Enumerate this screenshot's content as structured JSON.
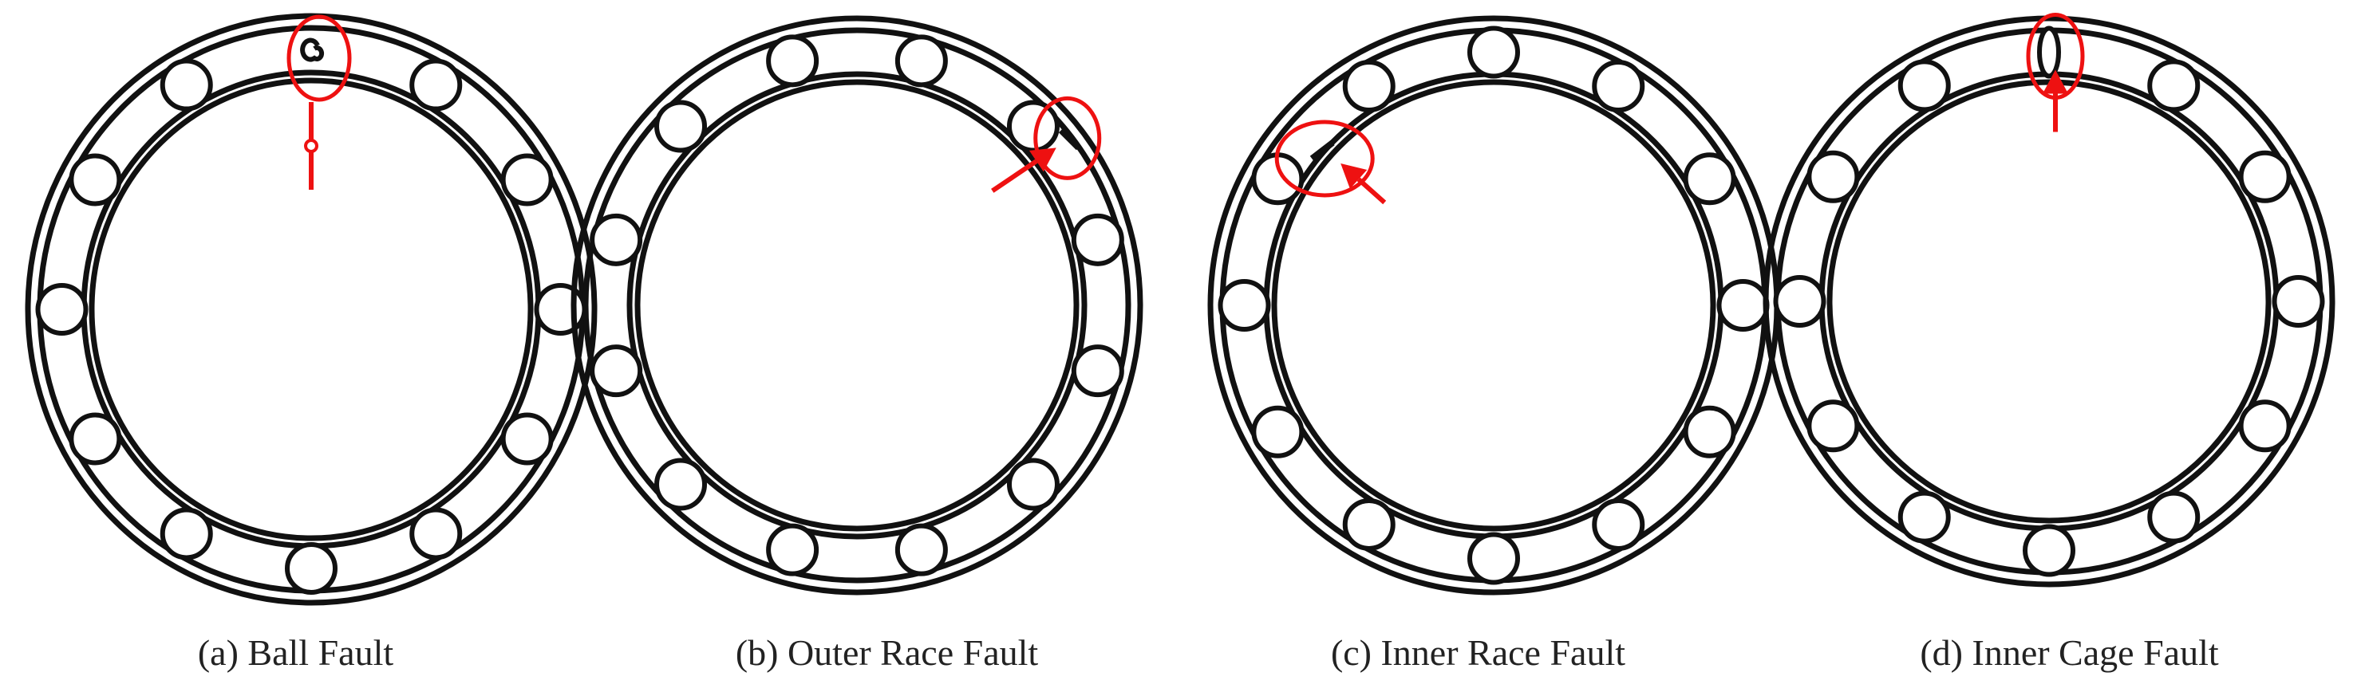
{
  "colors": {
    "line": "#111111",
    "fault_marker": "#ee1111",
    "background": "#ffffff"
  },
  "panels": [
    {
      "caption": "(a) Ball Fault",
      "fault_location": "ball",
      "balls": 12
    },
    {
      "caption": "(b) Outer Race Fault",
      "fault_location": "outer-race",
      "balls": 12
    },
    {
      "caption": "(c) Inner Race Fault",
      "fault_location": "inner-race",
      "balls": 12
    },
    {
      "caption": "(d) Inner Cage Fault",
      "fault_location": "cage",
      "balls": 12
    }
  ]
}
